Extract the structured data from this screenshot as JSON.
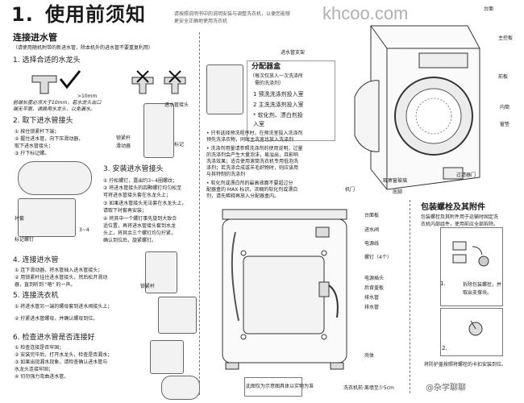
{
  "title": {
    "number": "1.",
    "text": "使用前须知",
    "note_line1": "请按照说明书中的说明安装与调整洗衣机，以便您能够",
    "note_line2": "更安全正确地使用洗衣机"
  },
  "watermark": "khcoo.com",
  "inlet": {
    "heading": "连接进水管",
    "note": "（请使用随机附带的新进水管，除本机外的进水管不要重复利用）",
    "step1": "1. 选择合适的水龙头",
    "dim_label": ">10mm",
    "step1_note1": "前端长度必须大于10mm，若水龙头出口",
    "step1_note2": "端无平面，请换用水龙头，以免漏水。",
    "step2": "2. 取下进水管接头",
    "step2_items": [
      "①  按住锁紧杆下端；",
      "②  握住进水管，向下压滑动器，",
      "    取下进水管接头；",
      "③  拧下标记螺。"
    ],
    "part_labels": [
      "进水管接头",
      "锁紧杆",
      "滑动器",
      "标记"
    ],
    "step3": "3. 安装进水管接头",
    "step3_items": [
      "①  拧松螺钉，露出约3~4圈螺纹；",
      "②  将进水管接头的四颗螺钉均匀松至",
      "    可将进水管接头套在水龙头上；",
      "③  如果进水管接头无法套在水龙头上，",
      "    请取下衬套再安装；",
      "④  将其中一个螺钉事先旋到大致合",
      "    适位置，再将进水管接头套到水龙",
      "    头上，将其余三个螺钉均匀拧紧，",
      "    确认到位后，旋紧螺钉。"
    ],
    "step3_labels": [
      "衬套",
      "标记螺钉",
      "3~4"
    ],
    "step4": "4. 连接进水管",
    "step4_items": [
      "①  连下滑动器，将水管插入进水管接头；",
      "②  用锁紧杆挂住进水管接头，然后松开滑动",
      "    器，直到听到 \"咯\" 的一声。"
    ],
    "step4_label": "锁紧杆",
    "step5": "5. 连接洗衣机",
    "step5_items": [
      "①  将进水管另一端的螺母套到进水阀接头上；",
      "②  拧紧进水管螺母，并确认螺母到位。"
    ],
    "step6": "6. 检查进水管是否连接好",
    "step6_items": [
      "①  检查连接是否牢固；",
      "②  安装完毕后，打开水龙头，检查是否漏水；",
      "③  如果出现漏水现象，请检查确认进水管与",
      "    水龙头连接牢固；",
      "④  切勿强力弯曲进水管。"
    ]
  },
  "dispenser": {
    "heading": "分配器盒",
    "sub1": "（每次仅放入一次洗涤所",
    "sub2": "需的洗涤剂）",
    "items": [
      "1  预洗洗涤剂投入室",
      "2  主洗洗涤剂投入室",
      "*  软化剂、漂白剂投",
      "   入室"
    ],
    "notes": [
      "•  只有选择预洗程序时，在预洗室投入洗涤剂",
      "   预先洗涤衣物，同时主洗室也放入洗涤剂",
      "•  洗涤剂用量请参照洗涤剂的使用说明，过量",
      "   的洗涤剂会产生大量泡沫，易溢出，且影响",
      "   洗涤效果；适合使用滚筒洗衣机专用低泡洗",
      "   涤剂；若洗涤合成或羊毛织物时，则应该用",
      "   与其特制的洗涤剂",
      "•  软化剂或漂白剂的最高液面不要超过分",
      "   配器盒的 MAX 标识，浓稠的软化剂或漂白",
      "   剂，请先稀释再放入分配器盒内。"
    ]
  },
  "front_labels": [
    "进水管支架",
    "台面",
    "主控板",
    "前板",
    "内筒",
    "窗垫",
    "观察窗玻璃",
    "过滤器门",
    "机门",
    "底脚"
  ],
  "back_labels": [
    "台面板",
    "进水阀",
    "电源线",
    "螺钉（4个）",
    "电源插头",
    "后背盖板",
    "排水管",
    "排水管",
    "壳体"
  ],
  "back_notes": {
    "left": "此图仅为示意图具体以实物为准",
    "right": "洗衣机前·离墙至少5cm"
  },
  "packing": {
    "heading": "包装螺栓及其附件",
    "desc1": "包装螺栓及其附件用于运输时固定洗",
    "desc2": "衣机内部组件，使用前应全部拆除。",
    "step1_num": "1.",
    "step2_num": "2.",
    "step1_text1": "拆除包装螺栓，并",
    "step1_text2": "取出支撑块。",
    "step2_text1": "将防护盖按照将螺栓的卡扣安装到位。"
  },
  "footer_watermark": "@杂学聊聊"
}
